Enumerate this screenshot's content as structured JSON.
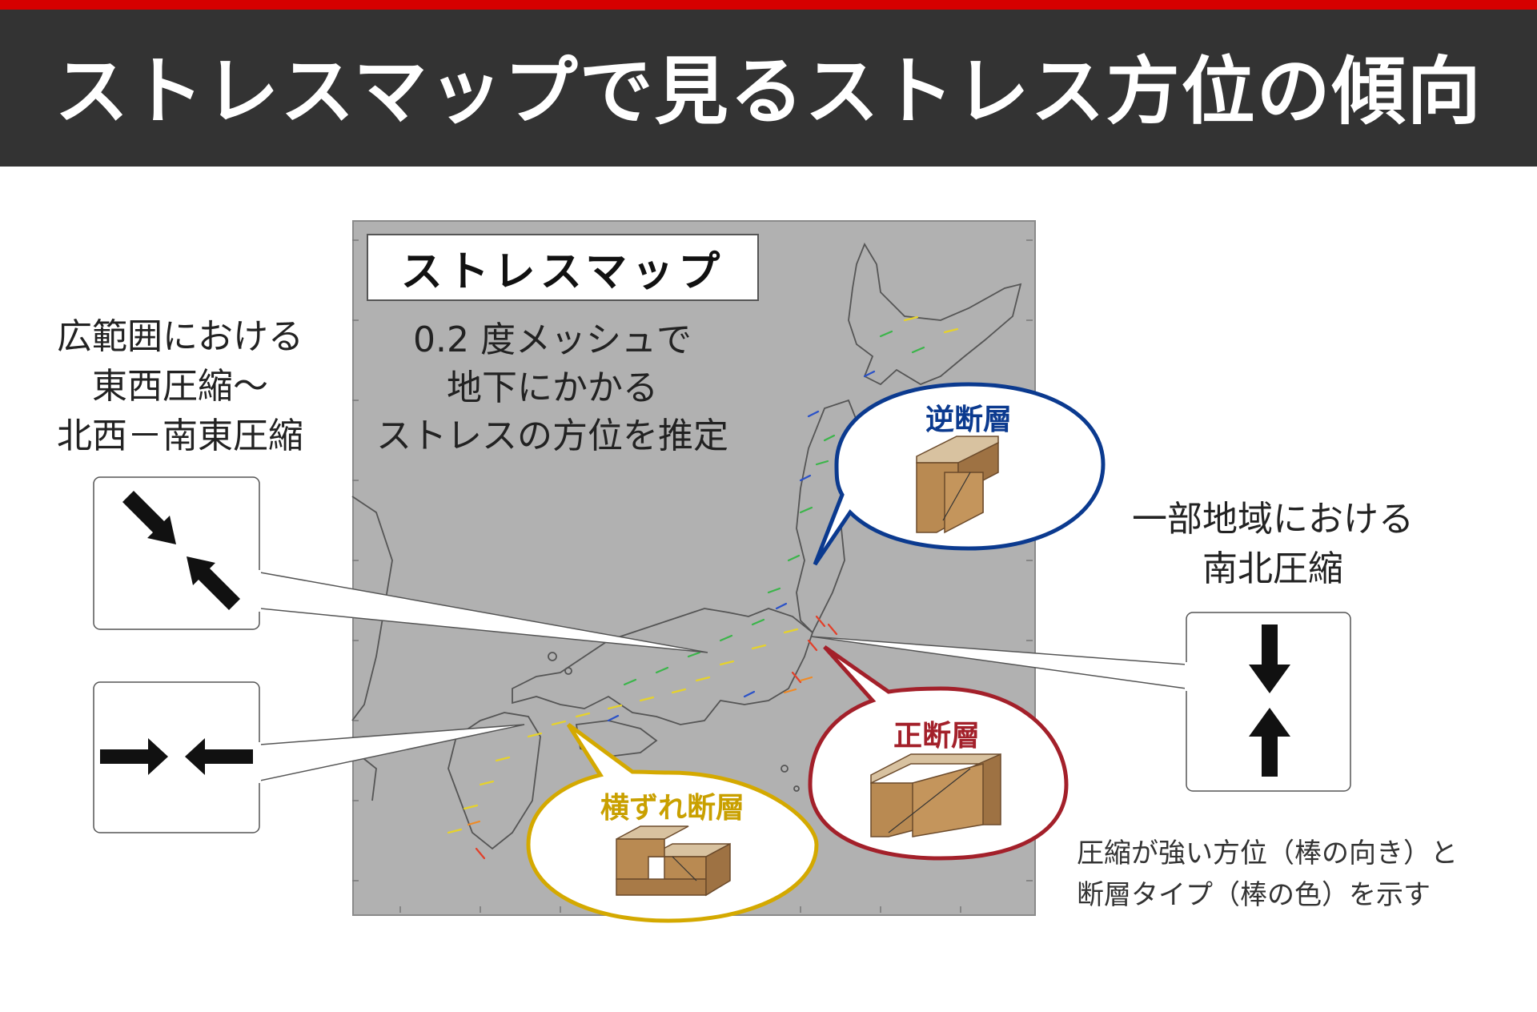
{
  "header": {
    "title": "ストレスマップで見るストレス方位の傾向",
    "bar_color": "#333333",
    "accent_color": "#d60000"
  },
  "map": {
    "title": "ストレスマップ",
    "description": [
      "0.2 度メッシュで",
      "地下にかかる",
      "ストレスの方位を推定"
    ]
  },
  "left_caption": [
    "広範囲における",
    "東西圧縮～",
    "北西－南東圧縮"
  ],
  "right_caption": [
    "一部地域における",
    "南北圧縮"
  ],
  "fault_types": [
    {
      "label": "逆断層",
      "color": "#0b3a8f"
    },
    {
      "label": "正断層",
      "color": "#a3202a"
    },
    {
      "label": "横ずれ断層",
      "color": "#d4a900"
    }
  ],
  "arrow_boxes": [
    {
      "name": "northwest-southeast-compression",
      "icons": [
        "arrow-southeast-icon",
        "arrow-northwest-icon"
      ]
    },
    {
      "name": "east-west-compression",
      "icons": [
        "arrow-right-icon",
        "arrow-left-icon"
      ]
    },
    {
      "name": "north-south-compression",
      "icons": [
        "arrow-down-icon",
        "arrow-up-icon"
      ]
    }
  ],
  "note": [
    "圧縮が強い方位（棒の向き）と",
    "断層タイプ（棒の色）を示す"
  ]
}
